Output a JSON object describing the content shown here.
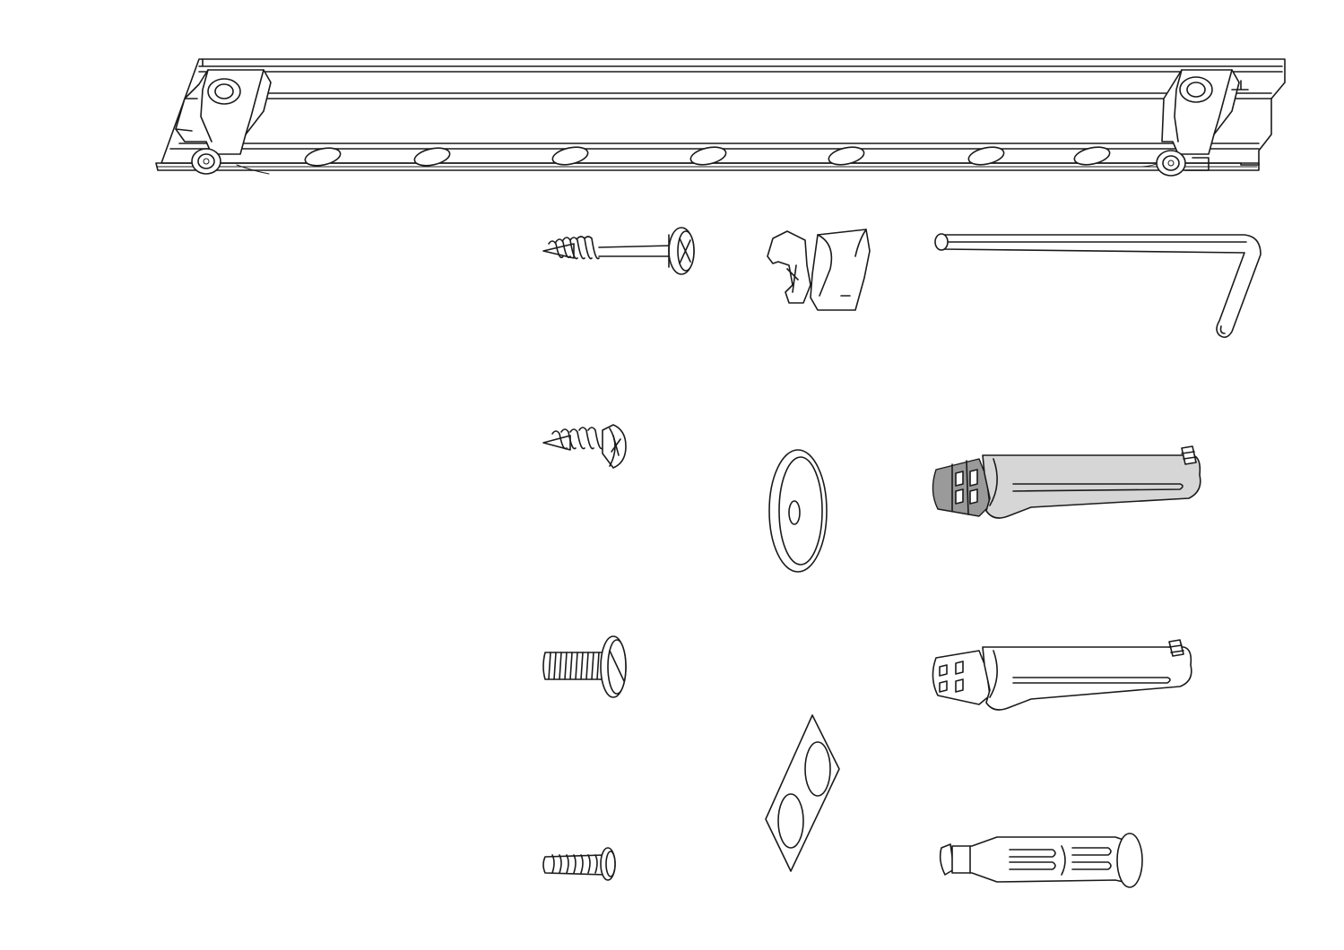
{
  "parts": [
    {
      "id": "wall-rail",
      "icon": "wall-rail-icon"
    },
    {
      "id": "wood-screw-long",
      "icon": "wood-screw-icon"
    },
    {
      "id": "cable-clip",
      "icon": "cable-clip-icon"
    },
    {
      "id": "allen-key",
      "icon": "allen-key-icon"
    },
    {
      "id": "countersunk-screw",
      "icon": "countersunk-screw-icon"
    },
    {
      "id": "washer",
      "icon": "washer-icon"
    },
    {
      "id": "arm-bracket-shaded",
      "icon": "arm-bracket-icon"
    },
    {
      "id": "machine-screw",
      "icon": "machine-screw-icon"
    },
    {
      "id": "arm-bracket-outline",
      "icon": "arm-bracket-icon"
    },
    {
      "id": "adhesive-pad",
      "icon": "adhesive-pad-icon"
    },
    {
      "id": "short-screw",
      "icon": "short-screw-icon"
    },
    {
      "id": "wall-anchor",
      "icon": "wall-anchor-icon"
    }
  ],
  "colors": {
    "line": "#1a1a1a",
    "shade": "#d6d6d6",
    "dark_shade": "#9a9a9a",
    "background": "#ffffff"
  }
}
